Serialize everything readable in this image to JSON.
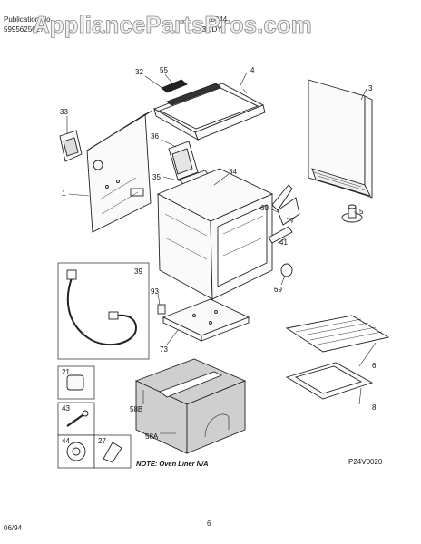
{
  "header": {
    "publication_label": "Publication No.",
    "publication_number": "5995625627",
    "model": "28044",
    "section": "BODY"
  },
  "watermark": "AppliancePartsPros.com",
  "parts": [
    {
      "id": "p32",
      "label": "32"
    },
    {
      "id": "p55",
      "label": "55"
    },
    {
      "id": "p4",
      "label": "4"
    },
    {
      "id": "p3",
      "label": "3"
    },
    {
      "id": "p33",
      "label": "33"
    },
    {
      "id": "p36",
      "label": "36"
    },
    {
      "id": "p1",
      "label": "1"
    },
    {
      "id": "p35",
      "label": "35"
    },
    {
      "id": "p34",
      "label": "34"
    },
    {
      "id": "p60",
      "label": "60"
    },
    {
      "id": "p7",
      "label": "7"
    },
    {
      "id": "p5",
      "label": "5"
    },
    {
      "id": "p41",
      "label": "41"
    },
    {
      "id": "p39",
      "label": "39"
    },
    {
      "id": "p69",
      "label": "69"
    },
    {
      "id": "p93",
      "label": "93"
    },
    {
      "id": "p73",
      "label": "73"
    },
    {
      "id": "p6",
      "label": "6"
    },
    {
      "id": "p8",
      "label": "8"
    },
    {
      "id": "p21",
      "label": "21"
    },
    {
      "id": "p43",
      "label": "43"
    },
    {
      "id": "p58b",
      "label": "58B"
    },
    {
      "id": "p58a",
      "label": "58A"
    },
    {
      "id": "p44",
      "label": "44"
    },
    {
      "id": "p27",
      "label": "27"
    }
  ],
  "note": "NOTE: Oven Liner N/A",
  "diagram_code": "P24V0020",
  "footer": {
    "date": "06/94",
    "page": "6"
  }
}
